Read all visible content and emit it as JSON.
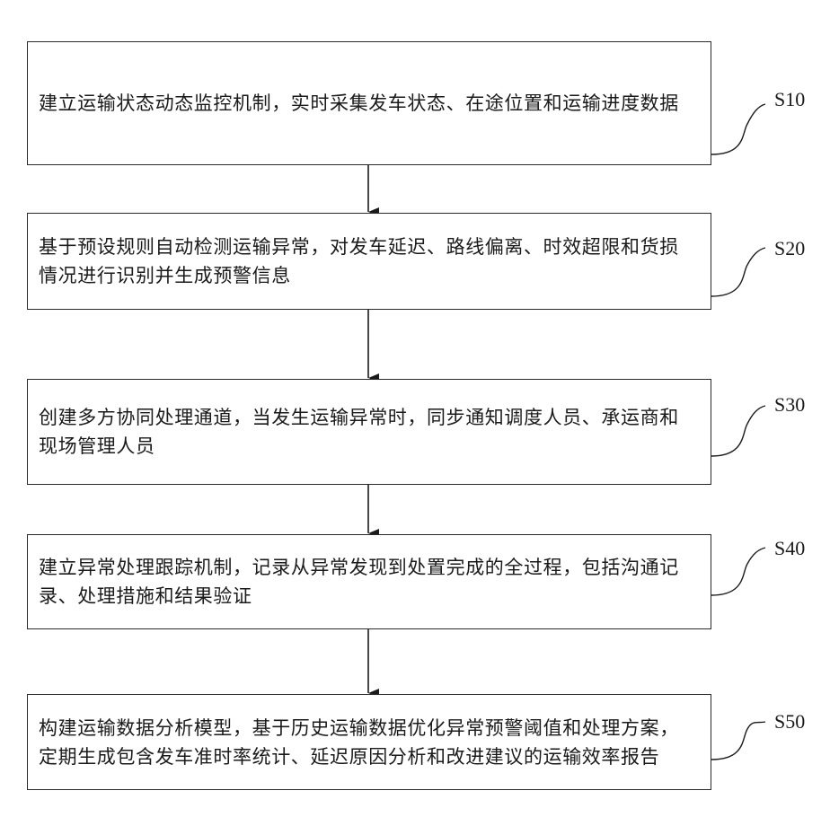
{
  "steps": [
    {
      "id": "S10",
      "text": "建立运输状态动态监控机制，实时采集发车状态、在途位置和运输进度数据"
    },
    {
      "id": "S20",
      "text": "基于预设规则自动检测运输异常，对发车延迟、路线偏离、时效超限和货损情况进行识别并生成预警信息"
    },
    {
      "id": "S30",
      "text": "创建多方协同处理通道，当发生运输异常时，同步通知调度人员、承运商和现场管理人员"
    },
    {
      "id": "S40",
      "text": "建立异常处理跟踪机制，记录从异常发现到处置完成的全过程，包括沟通记录、处理措施和结果验证"
    },
    {
      "id": "S50",
      "text": "构建运输数据分析模型，基于历史运输数据优化异常预警阈值和处理方案，定期生成包含发车准时率统计、延迟原因分析和改进建议的运输效率报告"
    }
  ]
}
